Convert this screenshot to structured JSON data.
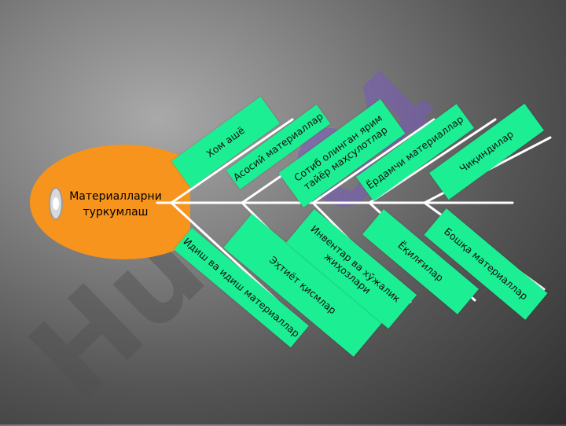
{
  "head": {
    "label": "Материалларни\nтуркумлаш",
    "fill_color": "#f7941d"
  },
  "top_categories": [
    {
      "label": "Хом ашё"
    },
    {
      "label": "Асосий материаллар"
    },
    {
      "label": "Сотиб олинган ярим\nтайёр маҳсулотлар"
    },
    {
      "label": "Ёрдамчи материаллар"
    },
    {
      "label": "Чиқиндилар"
    }
  ],
  "bottom_categories": [
    {
      "label": "Идиш ва идиш материаллар"
    },
    {
      "label": "Эҳтиёт қисмлар"
    },
    {
      "label": "Инвентар ва хўжалик\nжиҳозлари"
    },
    {
      "label": "Ёқилғилар"
    },
    {
      "label": "Бошқа материаллар"
    }
  ],
  "colors": {
    "box_fill": "#1cef93",
    "bone_line": "#ffffff",
    "head": "#f7941d"
  },
  "watermark": {
    "left_text": "Hu",
    "right_text": "04"
  }
}
